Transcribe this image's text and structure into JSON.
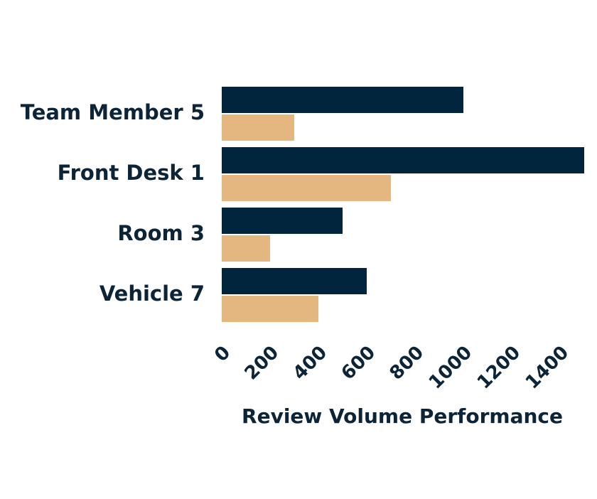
{
  "chart_data": {
    "type": "bar",
    "orientation": "horizontal",
    "categories": [
      "Team Member 5",
      "Front Desk 1",
      "Room 3",
      "Vehicle 7"
    ],
    "series": [
      {
        "values": [
          1000,
          1500,
          500,
          600
        ],
        "color": "#02253e"
      },
      {
        "values": [
          300,
          700,
          200,
          400
        ],
        "color": "#e3b77f"
      }
    ],
    "xticks": [
      0,
      200,
      400,
      600,
      800,
      1000,
      1200,
      1400
    ],
    "xlim": [
      0,
      1500
    ],
    "xlabel": "Review Volume Performance",
    "ylabel": "",
    "title": "",
    "grid": false,
    "legend": "none"
  }
}
